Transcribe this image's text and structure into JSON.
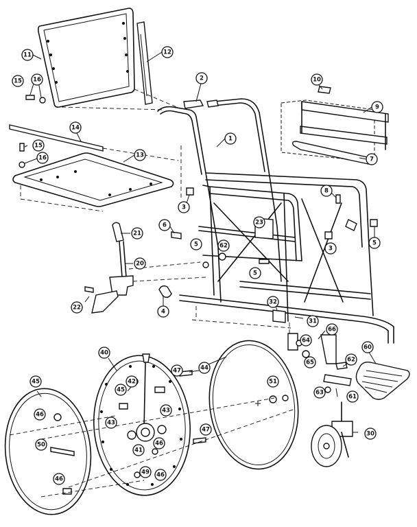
{
  "callouts": [
    "11",
    "12",
    "2",
    "10",
    "9",
    "15",
    "16",
    "1",
    "14",
    "15",
    "16",
    "13",
    "7",
    "3",
    "8",
    "6",
    "23",
    "62",
    "5",
    "3",
    "21",
    "5",
    "5",
    "20",
    "22",
    "4",
    "32",
    "31",
    "66",
    "64",
    "65",
    "60",
    "40",
    "47",
    "44",
    "42",
    "45",
    "43",
    "47",
    "43",
    "41",
    "46",
    "49",
    "46",
    "51",
    "62",
    "63",
    "61",
    "45",
    "46",
    "50",
    "46",
    "30"
  ]
}
